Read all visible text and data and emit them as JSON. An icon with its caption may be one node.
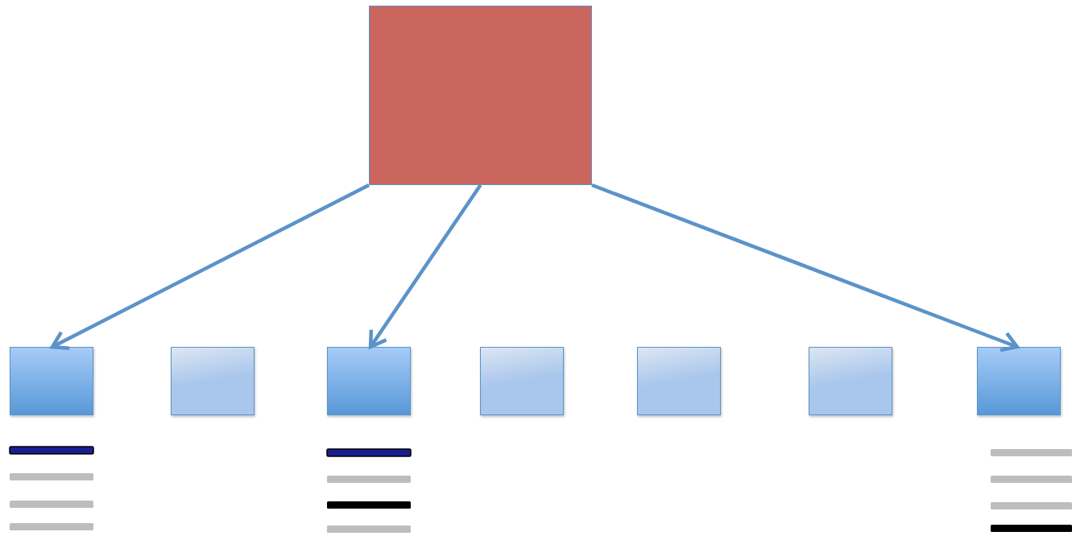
{
  "diagram": {
    "nodes": [
      {
        "text": [],
        "shape": "box"
      },
      {
        "text": [],
        "shape": "box"
      },
      {
        "text": [],
        "shape": "box"
      },
      {
        "text": [],
        "shape": "box"
      },
      {
        "text": [],
        "shape": "box"
      },
      {
        "text": [],
        "shape": "box"
      },
      {
        "text": [],
        "shape": "box"
      },
      {
        "text": [],
        "shape": "box"
      }
    ],
    "edges": [
      {
        "from": 0,
        "to": 1,
        "arrow": "to"
      },
      {
        "from": 0,
        "to": 3,
        "arrow": "to"
      },
      {
        "from": 0,
        "to": 7,
        "arrow": "to"
      }
    ]
  }
}
